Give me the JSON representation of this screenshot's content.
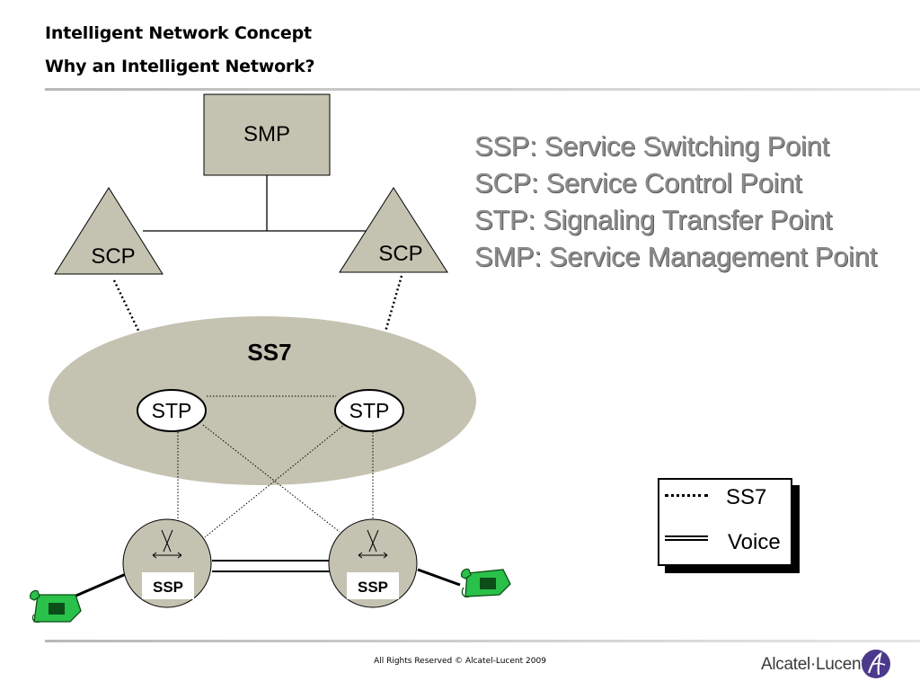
{
  "header": {
    "title": "Intelligent Network Concept",
    "subtitle": "Why an Intelligent Network?"
  },
  "diagram": {
    "smp_label": "SMP",
    "scp_left_label": "SCP",
    "scp_right_label": "SCP",
    "network_label": "SS7",
    "stp_left_label": "STP",
    "stp_right_label": "STP",
    "ssp_left_label": "SSP",
    "ssp_right_label": "SSP",
    "colors": {
      "node_fill": "#c4c3b1",
      "phone_fill": "#29c14a"
    }
  },
  "definitions": [
    "SSP: Service Switching Point",
    "SCP: Service Control Point",
    "STP: Signaling Transfer Point",
    "SMP: Service Management Point"
  ],
  "legend": {
    "ss7_label": "SS7",
    "voice_label": "Voice"
  },
  "footer": {
    "copyright": "All Rights Reserved © Alcatel-Lucent 2009",
    "brand": "Alcatel·Lucent",
    "logo_icon": "alcatel-lucent-logo-icon"
  }
}
